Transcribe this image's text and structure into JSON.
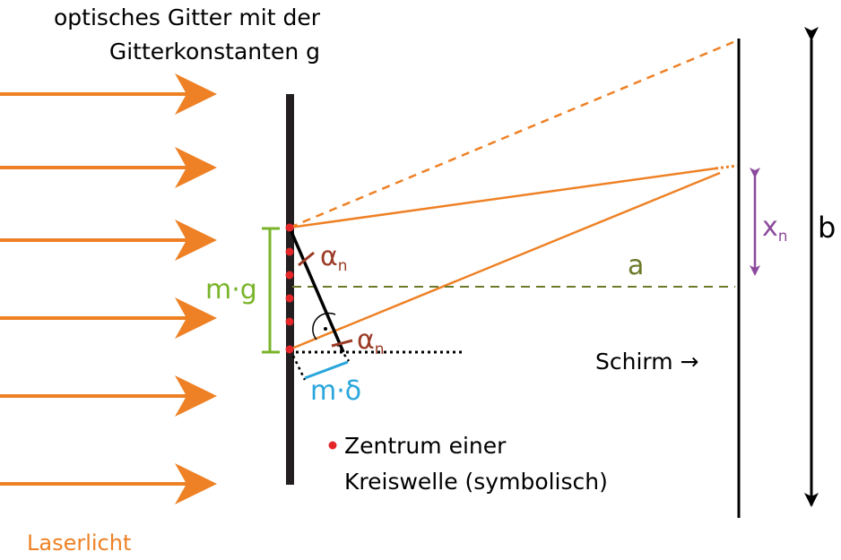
{
  "title_line1": "optisches Gitter mit der",
  "title_line2": "Gitterkonstanten g",
  "laser_label": "Laserlicht",
  "mg_label": "m·g",
  "alpha_label": "α",
  "alpha_sub": "n",
  "md_label": "m·δ",
  "a_label": "a",
  "xn_label": "x",
  "xn_sub": "n",
  "b_label": "b",
  "screen_label": "Schirm →",
  "legend_line1": "Zentrum einer",
  "legend_line2": "Kreiswelle (symbolisch)",
  "colors": {
    "laser": "#ee8125",
    "grating": "#231f20",
    "dot": "#e52629",
    "mg": "#7ab42a",
    "alpha": "#9b3a25",
    "delta": "#2aa6dc",
    "a": "#6d7a2a",
    "xn": "#8b4a9c"
  }
}
